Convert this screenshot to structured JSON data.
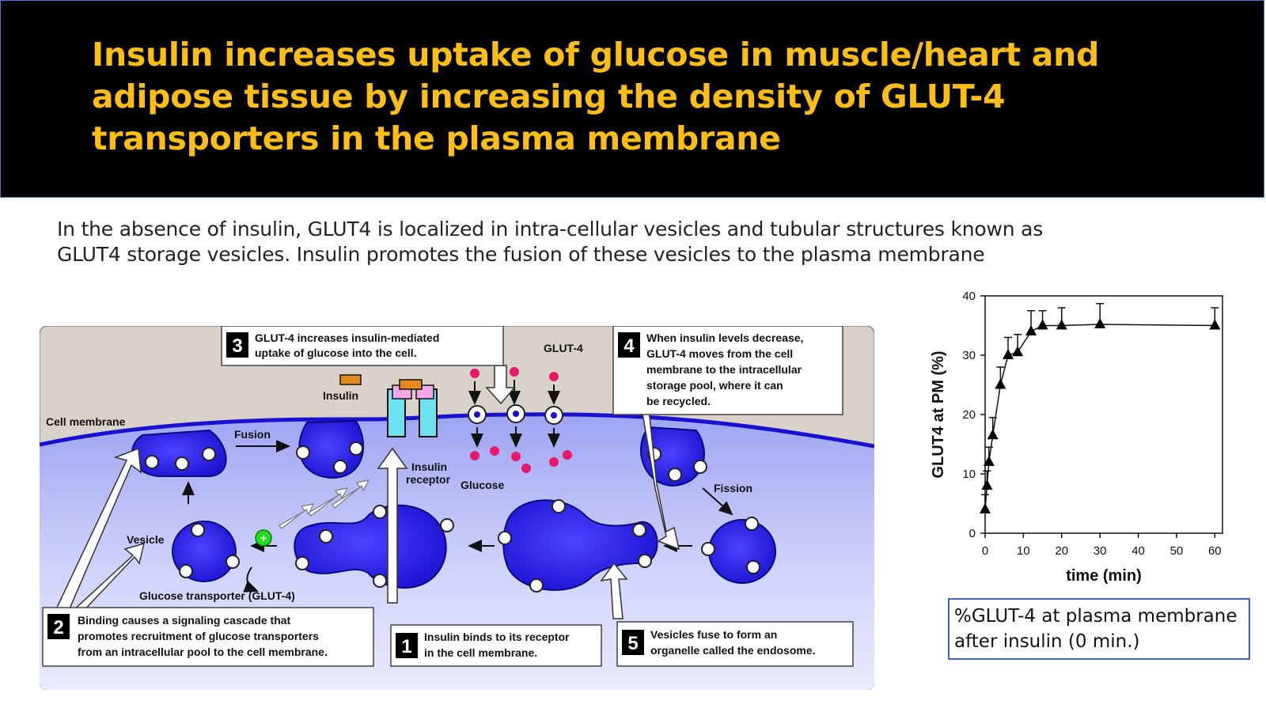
{
  "header": {
    "title_lines": [
      "Insulin increases uptake of glucose in muscle/heart and",
      "adipose tissue by increasing the density of GLUT-4",
      "transporters in the plasma membrane"
    ]
  },
  "intro": {
    "lines": [
      "In the absence of insulin, GLUT4 is localized in intra-cellular vesicles and tubular structures known as",
      "GLUT4 storage vesicles. Insulin promotes the fusion of these vesicles to the plasma membrane"
    ]
  },
  "diagram": {
    "labels": {
      "cell_membrane": "Cell membrane",
      "fusion": "Fusion",
      "insulin": "Insulin",
      "glut4": "GLUT-4",
      "insulin_receptor_1": "Insulin",
      "insulin_receptor_2": "receptor",
      "glucose": "Glucose",
      "fission": "Fission",
      "vesicle": "Vesicle",
      "glucose_transporter": "Glucose transporter (GLUT-4)"
    },
    "steps": [
      {
        "num": "1",
        "lines": [
          "Insulin binds to its receptor",
          "in the cell membrane."
        ]
      },
      {
        "num": "2",
        "lines": [
          "Binding causes a signaling cascade that",
          "promotes recruitment of glucose transporters",
          "from an intracellular pool to the cell membrane."
        ]
      },
      {
        "num": "3",
        "lines": [
          "GLUT-4 increases insulin-mediated",
          "uptake of glucose into the cell."
        ]
      },
      {
        "num": "4",
        "lines": [
          "When insulin levels decrease,",
          "GLUT-4 moves from the cell",
          "membrane to the intracellular",
          "storage pool, where it can",
          "be recycled."
        ]
      },
      {
        "num": "5",
        "lines": [
          "Vesicles fuse to form an",
          "organelle called the endosome."
        ]
      }
    ],
    "plus_symbol": "+"
  },
  "chart_data": {
    "type": "scatter",
    "title": "",
    "xlabel": "time (min)",
    "ylabel": "GLUT4 at PM (%)",
    "xlim": [
      0,
      62
    ],
    "ylim": [
      0,
      40
    ],
    "xticks": [
      "0",
      "10",
      "20",
      "30",
      "40",
      "50",
      "60"
    ],
    "xtick_values": [
      0,
      10,
      20,
      30,
      40,
      50,
      60
    ],
    "yticks": [
      "0",
      "10",
      "20",
      "30",
      "40"
    ],
    "ytick_values": [
      0,
      10,
      20,
      30,
      40
    ],
    "grid": false,
    "series": [
      {
        "marker": "triangle",
        "x": [
          0,
          0.5,
          1,
          2,
          4,
          6,
          8.5,
          12,
          15,
          20,
          30,
          60
        ],
        "y": [
          4,
          8,
          12,
          16.5,
          25,
          30,
          30.5,
          34,
          35,
          35,
          35.2,
          35
        ],
        "err": [
          2.5,
          2.5,
          2.5,
          3,
          3,
          3,
          3,
          3.5,
          2.5,
          3,
          3.5,
          3
        ]
      }
    ]
  },
  "caption": {
    "lines": [
      "%GLUT-4 at plasma membrane",
      "after insulin (0 min.)"
    ]
  }
}
